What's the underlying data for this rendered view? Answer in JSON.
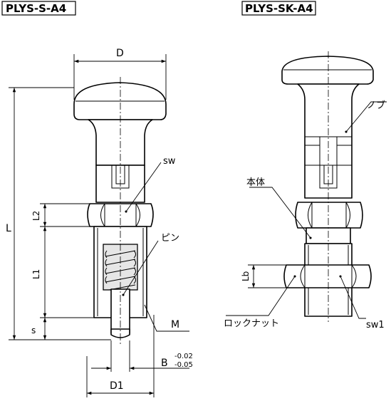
{
  "titles": {
    "left": "PLYS-S-A4",
    "right": "PLYS-SK-A4"
  },
  "left_labels": {
    "D": "D",
    "L": "L",
    "L2": "L2",
    "L1": "L1",
    "s": "s",
    "sw": "sw",
    "pin": "ピン",
    "M": "M",
    "B": "B",
    "B_tol_upper": "-0.02",
    "B_tol_lower": "-0.05",
    "D1": "D1"
  },
  "right_labels": {
    "knob": "ノブ",
    "body": "本体",
    "Lb": "Lb",
    "locknut": "ロックナット",
    "sw1": "sw1"
  }
}
